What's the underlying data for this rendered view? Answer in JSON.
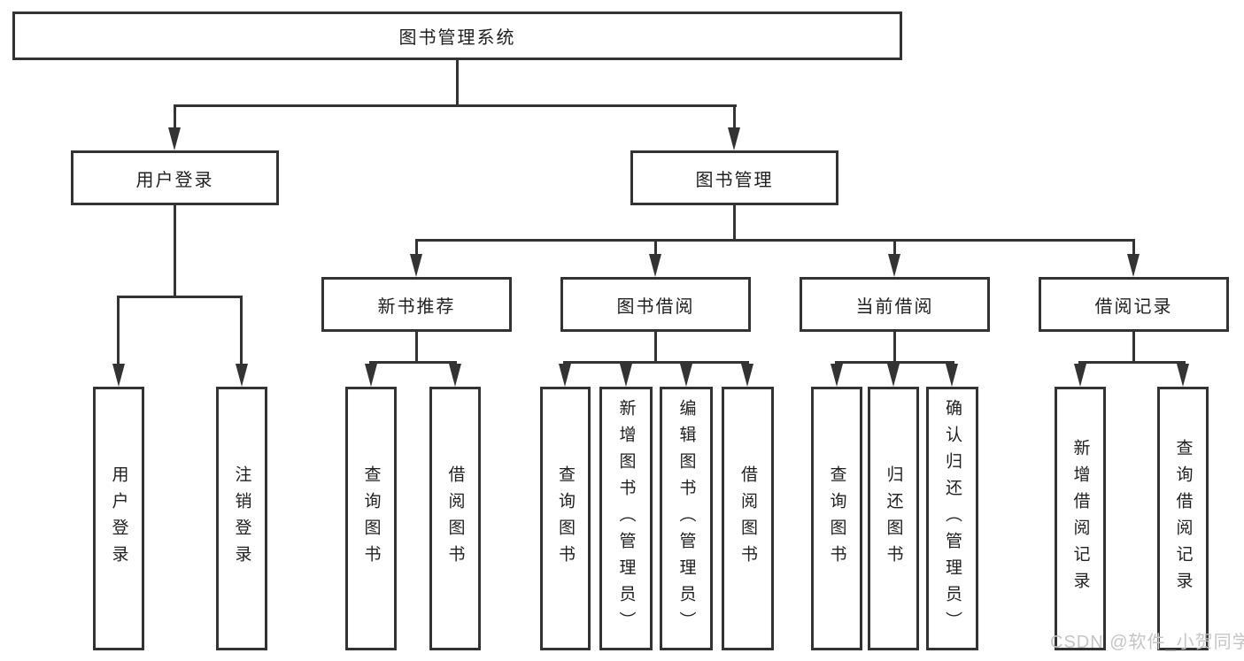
{
  "diagram": {
    "root": {
      "label": "图书管理系统"
    },
    "branches": [
      {
        "label": "用户登录",
        "leaves": [
          {
            "label": "用户登录"
          },
          {
            "label": "注销登录"
          }
        ]
      },
      {
        "label": "图书管理",
        "children": [
          {
            "label": "新书推荐",
            "leaves": [
              {
                "label": "查询图书"
              },
              {
                "label": "借阅图书"
              }
            ]
          },
          {
            "label": "图书借阅",
            "leaves": [
              {
                "label": "查询图书"
              },
              {
                "label": "新增图书（管理员）"
              },
              {
                "label": "编辑图书（管理员）"
              },
              {
                "label": "借阅图书"
              }
            ]
          },
          {
            "label": "当前借阅",
            "leaves": [
              {
                "label": "查询图书"
              },
              {
                "label": "归还图书"
              },
              {
                "label": "确认归还（管理员）"
              }
            ]
          },
          {
            "label": "借阅记录",
            "leaves": [
              {
                "label": "新增借阅记录"
              },
              {
                "label": "查询借阅记录"
              }
            ]
          }
        ]
      }
    ]
  },
  "watermark": {
    "text": "CSDN @软件_小贺同学"
  },
  "colors": {
    "line": "#333333",
    "background": "#ffffff",
    "text": "#1f1f1f",
    "watermark": "#c5c5c5"
  }
}
